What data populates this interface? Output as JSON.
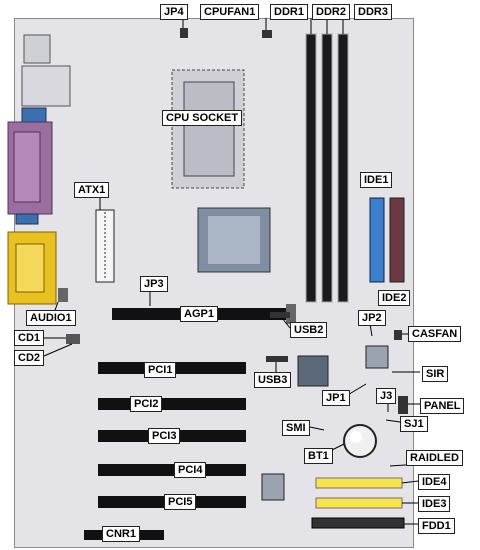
{
  "labels": {
    "jp4": "JP4",
    "cpufan1": "CPUFAN1",
    "ddr1": "DDR1",
    "ddr2": "DDR2",
    "ddr3": "DDR3",
    "cpu_socket": "CPU SOCKET",
    "atx1": "ATX1",
    "ide1": "IDE1",
    "ide2": "IDE2",
    "jp3": "JP3",
    "agp1": "AGP1",
    "audio1": "AUDIO1",
    "cd1": "CD1",
    "cd2": "CD2",
    "usb2": "USB2",
    "jp2": "JP2",
    "casfan": "CASFAN",
    "pci1": "PCI1",
    "usb3": "USB3",
    "sir": "SIR",
    "pci2": "PCI2",
    "jp1": "JP1",
    "j3": "J3",
    "panel": "PANEL",
    "pci3": "PCI3",
    "smi": "SMI",
    "sj1": "SJ1",
    "bt1": "BT1",
    "pci4": "PCI4",
    "raidled": "RAIDLED",
    "ide4": "IDE4",
    "pci5": "PCI5",
    "ide3": "IDE3",
    "cnr1": "CNR1",
    "fdd1": "FDD1"
  },
  "colors": {
    "board": "#e4e4e8",
    "ide1": "#3a7fd0",
    "ide_yellow": "#f5e44a",
    "serial_port": "#9a6fa0",
    "vga_port": "#e8c020",
    "chipset": "#8899aa"
  }
}
